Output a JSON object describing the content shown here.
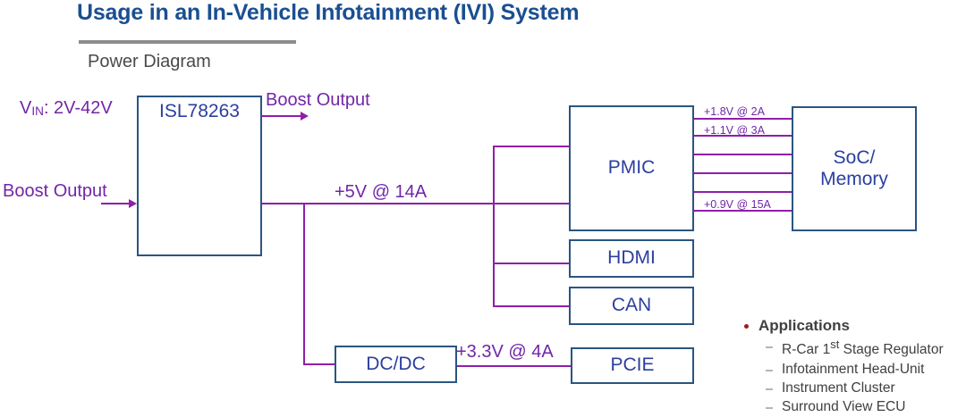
{
  "header": {
    "title": "Usage in an In-Vehicle Infotainment (IVI) System",
    "subtitle": "Power Diagram"
  },
  "blocks": {
    "regulator": "ISL78263",
    "pmic": "PMIC",
    "soc_line1": "SoC/",
    "soc_line2": "Memory",
    "hdmi": "HDMI",
    "can": "CAN",
    "dcdc": "DC/DC",
    "pcie": "PCIE"
  },
  "labels": {
    "vin_prefix": "V",
    "vin_sub": "IN",
    "vin_value": ": 2V-42V",
    "boost_output_top": "Boost Output",
    "boost_output_left": "Boost Output",
    "rail_5v": "+5V @ 14A",
    "rail_3v3": "+3.3V @ 4A",
    "rail_1v8": "+1.8V @ 2A",
    "rail_1v1": "+1.1V @ 3A",
    "rail_0v9": "+0.9V @ 15A"
  },
  "applications": {
    "heading": "Applications",
    "items": [
      {
        "text_a": "R-Car 1",
        "sup": "st",
        "text_b": " Stage Regulator"
      },
      {
        "text_a": "Infotainment Head-Unit",
        "sup": "",
        "text_b": ""
      },
      {
        "text_a": "Instrument Cluster",
        "sup": "",
        "text_b": ""
      },
      {
        "text_a": "Surround View ECU",
        "sup": "",
        "text_b": ""
      }
    ]
  },
  "colors": {
    "title_blue": "#1a4f91",
    "block_border": "#2a5580",
    "block_text": "#2b3f9e",
    "wire_purple": "#8f1fa8",
    "label_purple": "#7126a8",
    "bullet_red": "#9e1b1b",
    "rule_gray": "#8d8d8d"
  }
}
